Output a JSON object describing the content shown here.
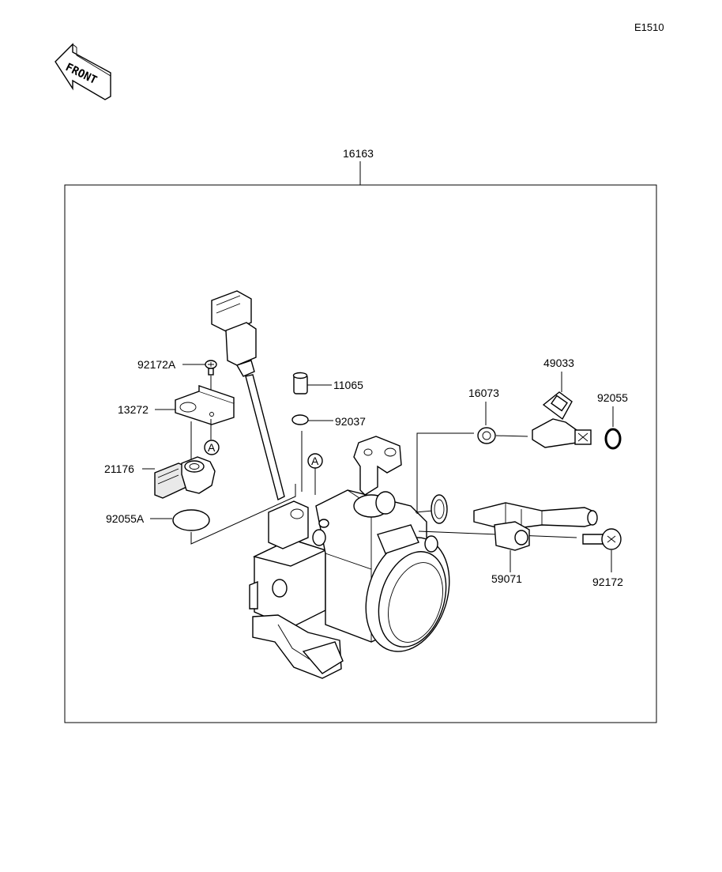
{
  "diagram_code": "E1510",
  "front_label": "FRONT",
  "assembly_part": "16163",
  "callout_marker": "A",
  "parts": {
    "p92172A": "92172A",
    "p13272": "13272",
    "p21176": "21176",
    "p92055A": "92055A",
    "p11065": "11065",
    "p92037": "92037",
    "p16073": "16073",
    "p49033": "49033",
    "p92055": "92055",
    "p59071": "59071",
    "p92172": "92172"
  }
}
